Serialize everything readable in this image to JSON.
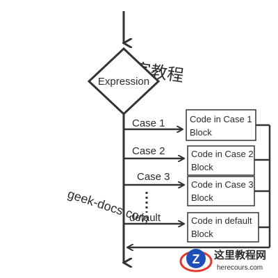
{
  "flowchart": {
    "expression": "Expression",
    "cases": [
      {
        "label": "Case 1",
        "block_line1": "Code in Case 1",
        "block_line2": "Block"
      },
      {
        "label": "Case 2",
        "block_line1": "Code in Case 2",
        "block_line2": "Block"
      },
      {
        "label": "Case 3",
        "block_line1": "Code in Case 3",
        "block_line2": "Block"
      },
      {
        "label": "default",
        "block_line1": "Code in default",
        "block_line2": "Block"
      }
    ]
  },
  "watermarks": {
    "chinese": "极客教程",
    "latin": "geek-docs.com"
  },
  "logo": {
    "letter": "Z",
    "title": "这里教程网",
    "url": "herecours.com",
    "accent_color": "#1d4fb8",
    "ring_color": "#e03a2f"
  }
}
